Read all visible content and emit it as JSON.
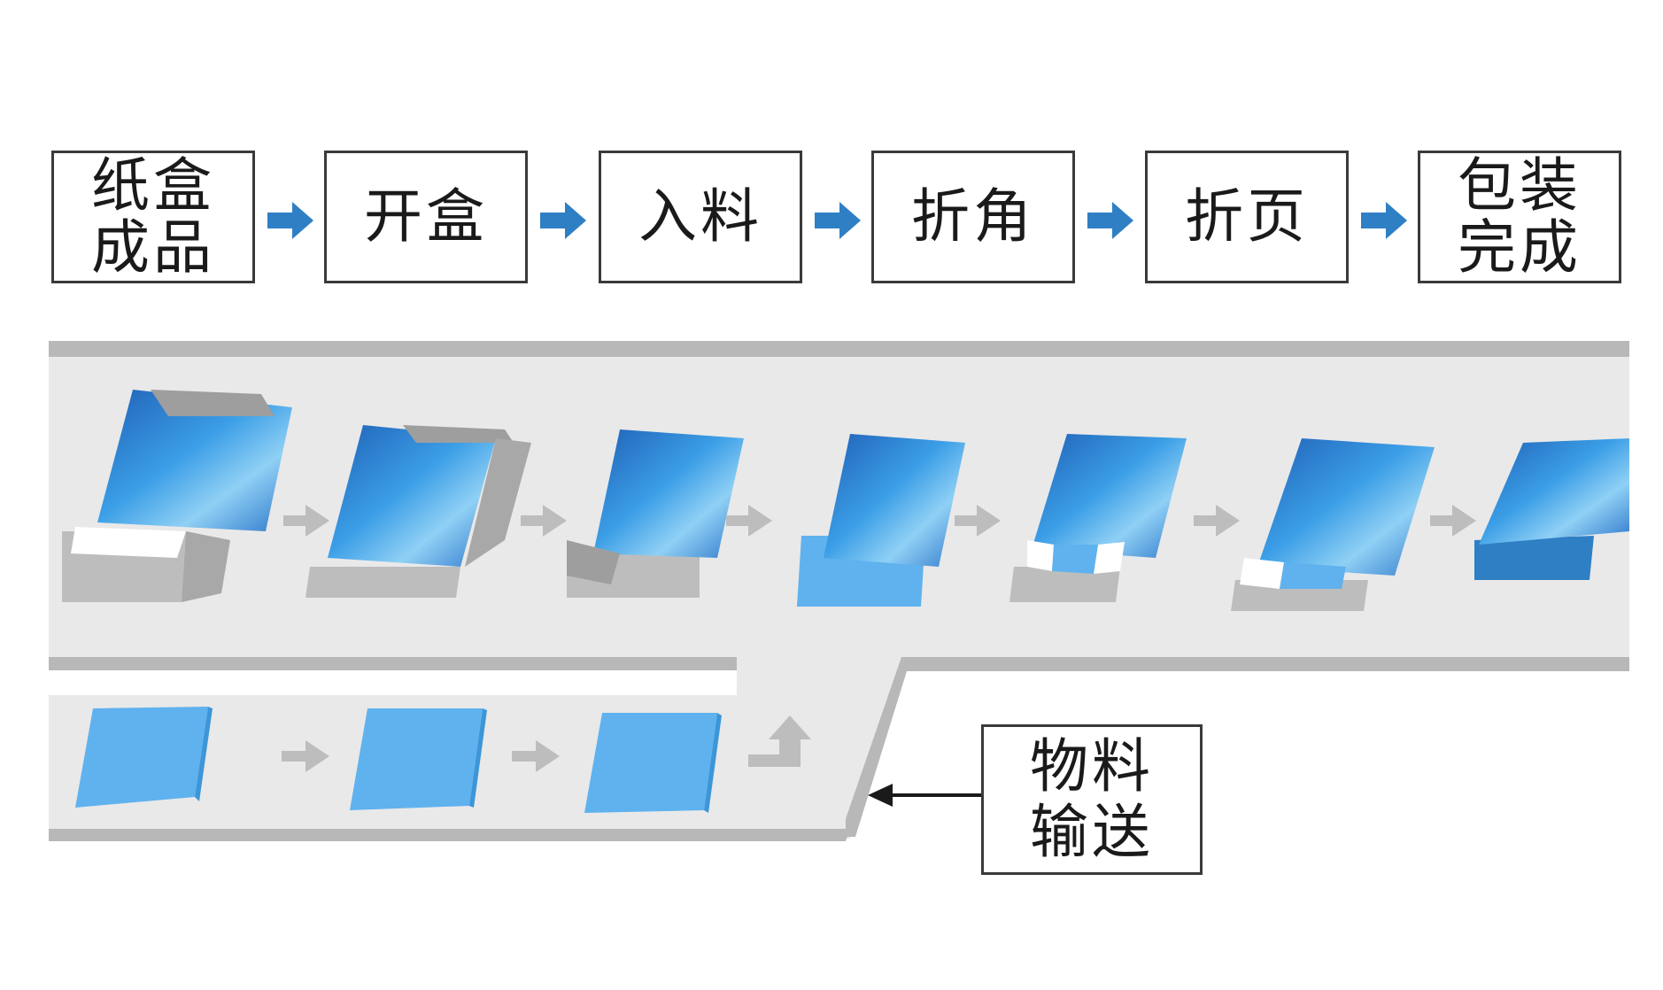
{
  "process_steps": [
    {
      "label": "纸盒\n成品"
    },
    {
      "label": "开盒"
    },
    {
      "label": "入料"
    },
    {
      "label": "折角"
    },
    {
      "label": "折页"
    },
    {
      "label": "包装\n完成"
    }
  ],
  "material_label": "物料\n输送",
  "colors": {
    "accent_blue": "#2f7fc4",
    "conveyor_fill": "#e9e9e9",
    "conveyor_edge": "#b8b8b8",
    "material_block": "#5fb2ee",
    "gray_arrow": "#bdbdbd"
  },
  "icons": {
    "step_arrow": "right-arrow-icon",
    "flow_arrow": "gray-arrow-icon",
    "pointer": "left-pointer-arrow-icon"
  }
}
